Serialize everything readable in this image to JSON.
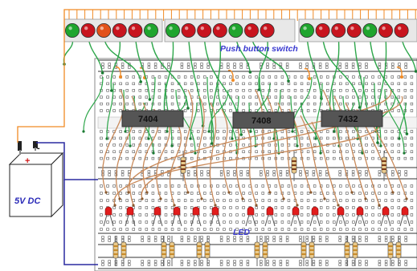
{
  "labels": {
    "push_button": "Push button switch",
    "led": "LED",
    "battery": "5V DC",
    "battery_plus": "+",
    "battery_minus": "-"
  },
  "chips": [
    "7404",
    "7408",
    "7432"
  ],
  "colors": {
    "wire_orange": "#f08a24",
    "wire_green": "#2da64a",
    "wire_brown": "#c98a5a",
    "wire_blue": "#2a2aa0",
    "switch_green": "#1fa52e",
    "switch_red": "#c8141e",
    "chip_body": "#555555",
    "label_blue": "#3a3ad0"
  },
  "switch_groups": [
    {
      "buttons": [
        "green",
        "red",
        "orange",
        "red",
        "red",
        "green"
      ]
    },
    {
      "buttons": [
        "green",
        "red",
        "red",
        "red",
        "green",
        "red",
        "red"
      ]
    },
    {
      "buttons": [
        "green",
        "red",
        "red",
        "red",
        "green",
        "red",
        "red"
      ]
    }
  ]
}
